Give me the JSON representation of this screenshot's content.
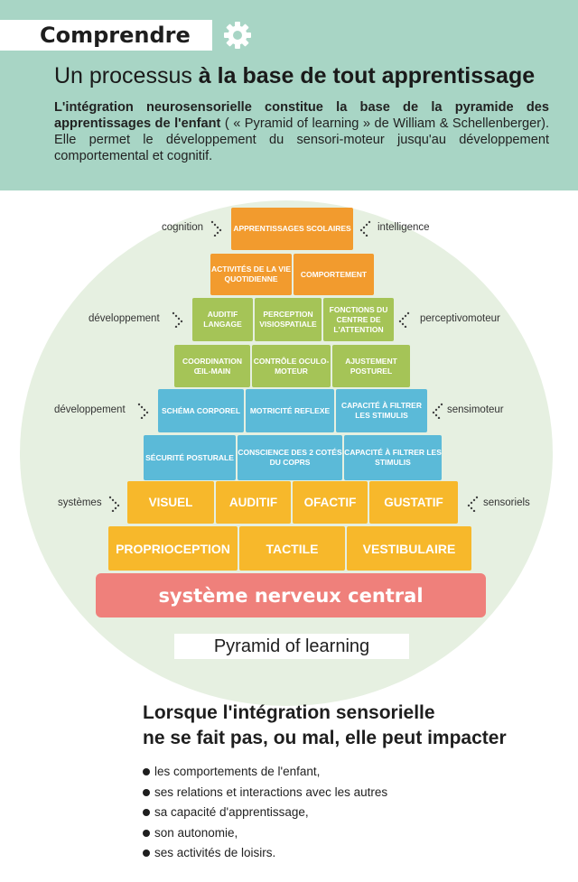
{
  "header": {
    "title": "Comprendre",
    "subtitle_light": "Un processus ",
    "subtitle_bold": "à la base de tout apprentissage",
    "intro_bold": "L'intégration neurosensorielle constitue la base de la pyramide des apprentissages de l'enfant",
    "intro_rest": " ( « Pyramid of learning » de  William & Schellenberger). Elle permet le développement du sensori-moteur jusqu'au développement comportemental et cognitif."
  },
  "pyramid": {
    "row1": [
      "APPRENTISSAGES SCOLAIRES"
    ],
    "row2": [
      "ACTIVITÉS DE LA VIE QUOTIDIENNE",
      "COMPORTEMENT"
    ],
    "row3": [
      "AUDITIF LANGAGE",
      "PERCEPTION VISIOSPATIALE",
      "FONCTIONS DU CENTRE DE L'ATTENTION"
    ],
    "row4": [
      "COORDINATION ŒIL-MAIN",
      "CONTRÔLE OCULO-MOTEUR",
      "AJUSTEMENT POSTUREL"
    ],
    "row5": [
      "SCHÉMA CORPOREL",
      "MOTRICITÉ REFLEXE",
      "CAPACITÉ À FILTRER LES STIMULIS"
    ],
    "row6": [
      "SÉCURITÉ POSTURALE",
      "CONSCIENCE DES 2 COTÉS DU COPRS",
      "CAPACITÉ À FILTRER LES STIMULIS"
    ],
    "row7": [
      "VISUEL",
      "AUDITIF",
      "OFACTIF",
      "GUSTATIF"
    ],
    "row8": [
      "PROPRIOCEPTION",
      "TACTILE",
      "VESTIBULAIRE"
    ],
    "base": "système nerveux central",
    "label": "Pyramid of learning"
  },
  "side_labels": {
    "left": [
      "cognition",
      "développement",
      "développement",
      "systèmes"
    ],
    "right": [
      "intelligence",
      "perceptivomoteur",
      "sensimoteur",
      "sensoriels"
    ]
  },
  "conclusion": {
    "heading_line1": "Lorsque l'intégration sensorielle",
    "heading_line2": "ne se fait pas, ou mal, elle peut impacter",
    "items": [
      "les comportements de l'enfant,",
      "ses relations et interactions avec les autres",
      "sa capacité d'apprentissage,",
      "son autonomie,",
      "ses activités de loisirs."
    ]
  },
  "colors": {
    "header_band": "#a8d5c5",
    "circle": "#e6f0e1",
    "orange": "#f29b2e",
    "green": "#a5c457",
    "blue": "#5bbad8",
    "yellow": "#f7b82b",
    "salmon": "#ef807b"
  },
  "icons": {
    "gear": "gear-icon",
    "chevron": "dotted-chevron-icon"
  }
}
